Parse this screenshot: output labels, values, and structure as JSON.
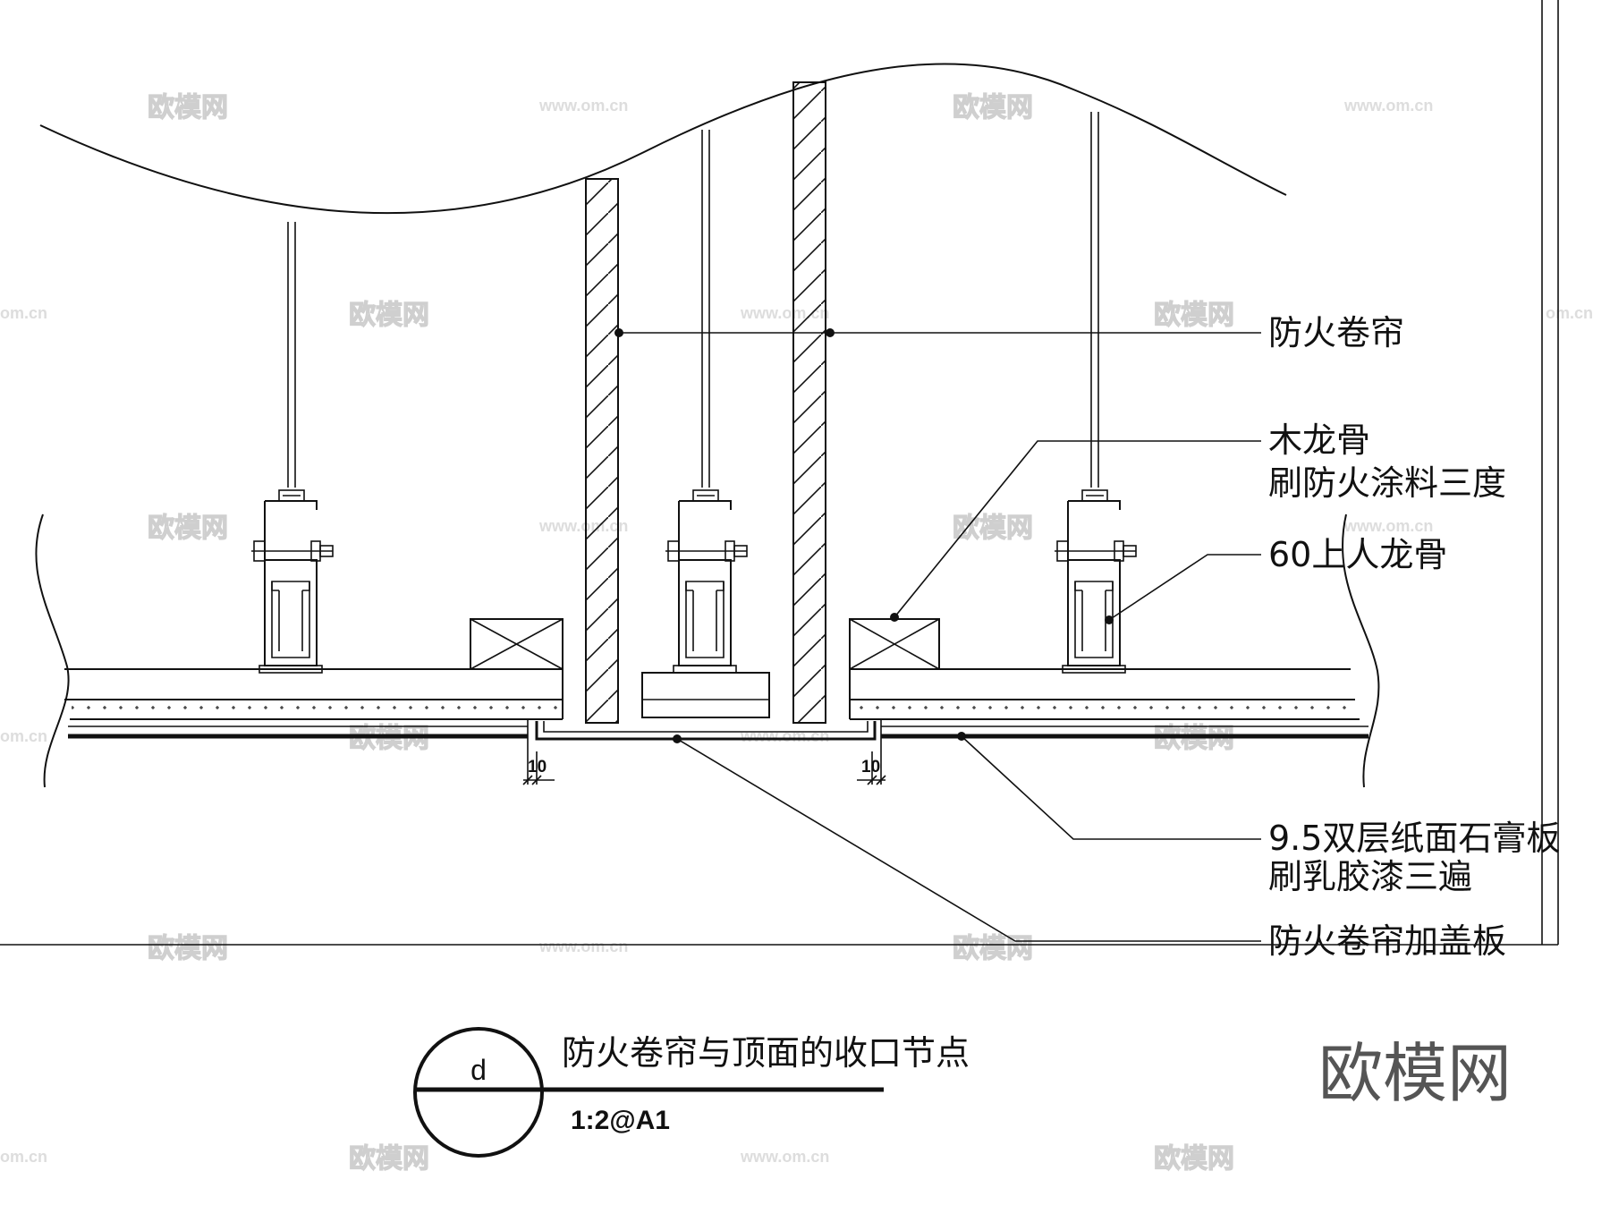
{
  "labels": {
    "roller_shutter": "防火卷帘",
    "wood_joist_1": "木龙骨",
    "wood_joist_2": "刷防火涂料三度",
    "main_runner": "60上人龙骨",
    "gypsum_1": "9.5双层纸面石膏板",
    "gypsum_2": "刷乳胶漆三遍",
    "cover_plate": "防火卷帘加盖板"
  },
  "dimensions": {
    "left_gap": "10",
    "right_gap": "10"
  },
  "title_block": {
    "ref": "d",
    "title": "防火卷帘与顶面的收口节点",
    "scale": "1:2@A1"
  },
  "watermark": {
    "brand": "欧模网",
    "url": "www.om.cn",
    "url_short": "om.cn"
  }
}
